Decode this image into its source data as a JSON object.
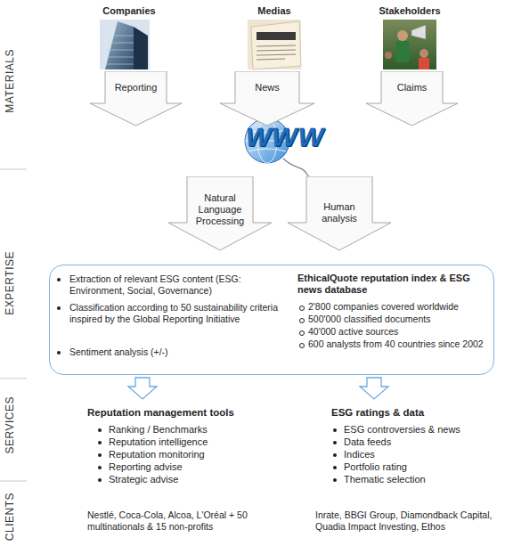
{
  "diagram": {
    "nodes": [
      {
        "text": [
          "Reporting"
        ]
      },
      {
        "text": [
          "News"
        ]
      },
      {
        "text": [
          "Claims"
        ]
      },
      {
        "text": [
          "Natural Language Processing"
        ]
      },
      {
        "text": [
          "Human analysis"
        ]
      },
      {
        "text": [
          "Extraction of relevant ESG content (ESG: Environment, Social, Governance)",
          "Classification according to 50 sustainability criteria inspired by the Global Reporting Initiative",
          "Sentiment analysis (+/-)",
          "EthicalQuote reputation index & ESG news database",
          "2'800 companies covered worldwide",
          "500'000 classified documents",
          "40'000 active sources",
          "600 analysts from 40 countries since 2002"
        ]
      }
    ],
    "labels": [
      "Companies",
      "Medias",
      "Stakeholders",
      "WWW",
      "MATERIALS",
      "EXPERTISE",
      "SERVICES",
      "CLIENTS",
      "Reputation management tools",
      "Ranking / Benchmarks",
      "Reputation intelligence",
      "Reputation monitoring",
      "Reporting advise",
      "Strategic advise",
      "ESG ratings & data",
      "ESG controversies & news",
      "Data feeds",
      "Indices",
      "Portfolio rating",
      "Thematic selection",
      "Nestlé, Coca-Cola, Alcoa, L'Oréal + 50 multinationals & 15 non-profits",
      "Inrate, BBGI Group, Diamondback Capital, Quadia Impact Investing, Ethos"
    ]
  }
}
